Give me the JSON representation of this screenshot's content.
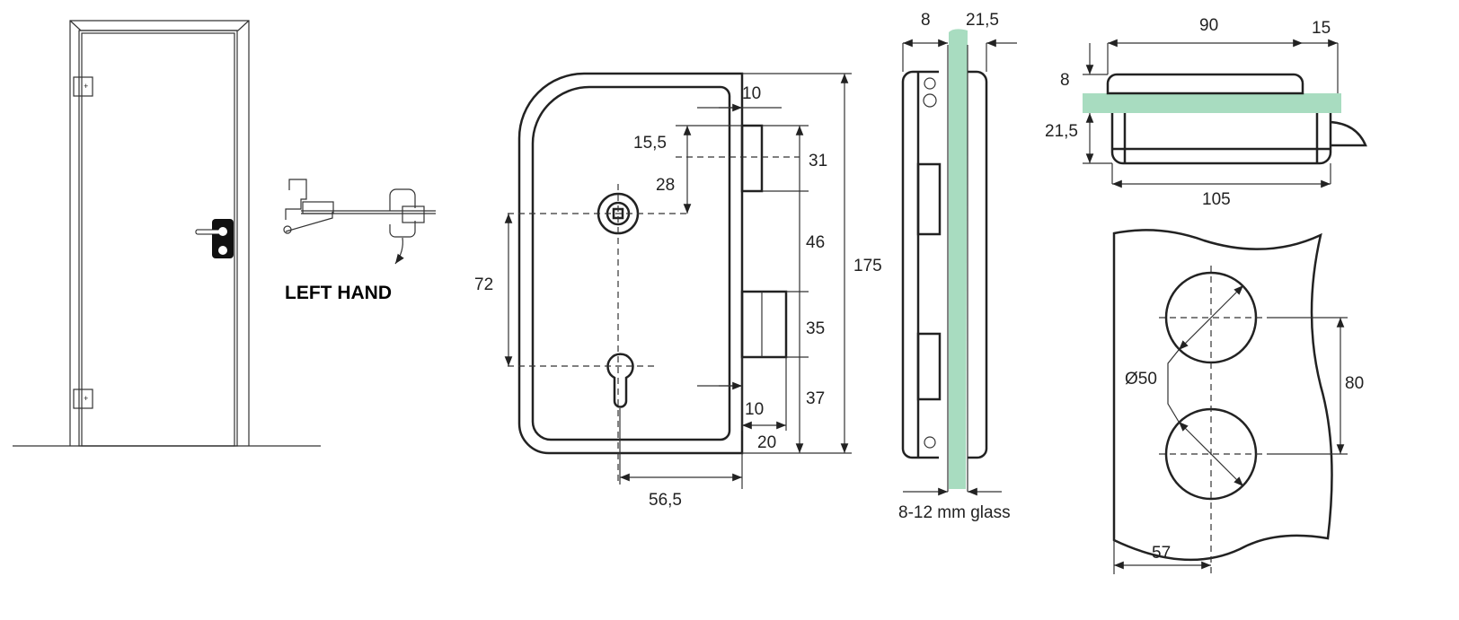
{
  "title_label": "LEFT HAND",
  "front_view": {
    "dims": {
      "d10_top": "10",
      "d15_5": "15,5",
      "d31": "31",
      "d28": "28",
      "d46": "46",
      "d72": "72",
      "d175": "175",
      "d35": "35",
      "d10_bottom": "10",
      "d37": "37",
      "d20": "20",
      "d56_5": "56,5"
    }
  },
  "side_view": {
    "d8": "8",
    "d21_5": "21,5",
    "glass_label": "8-12 mm glass"
  },
  "top_view": {
    "d90": "90",
    "d15": "15",
    "d8": "8",
    "d21_5": "21,5",
    "d105": "105"
  },
  "cutout_view": {
    "diameter": "Ø50",
    "d80": "80",
    "d57": "57"
  },
  "colors": {
    "glass": "#a8dcc0",
    "line": "#222222"
  }
}
